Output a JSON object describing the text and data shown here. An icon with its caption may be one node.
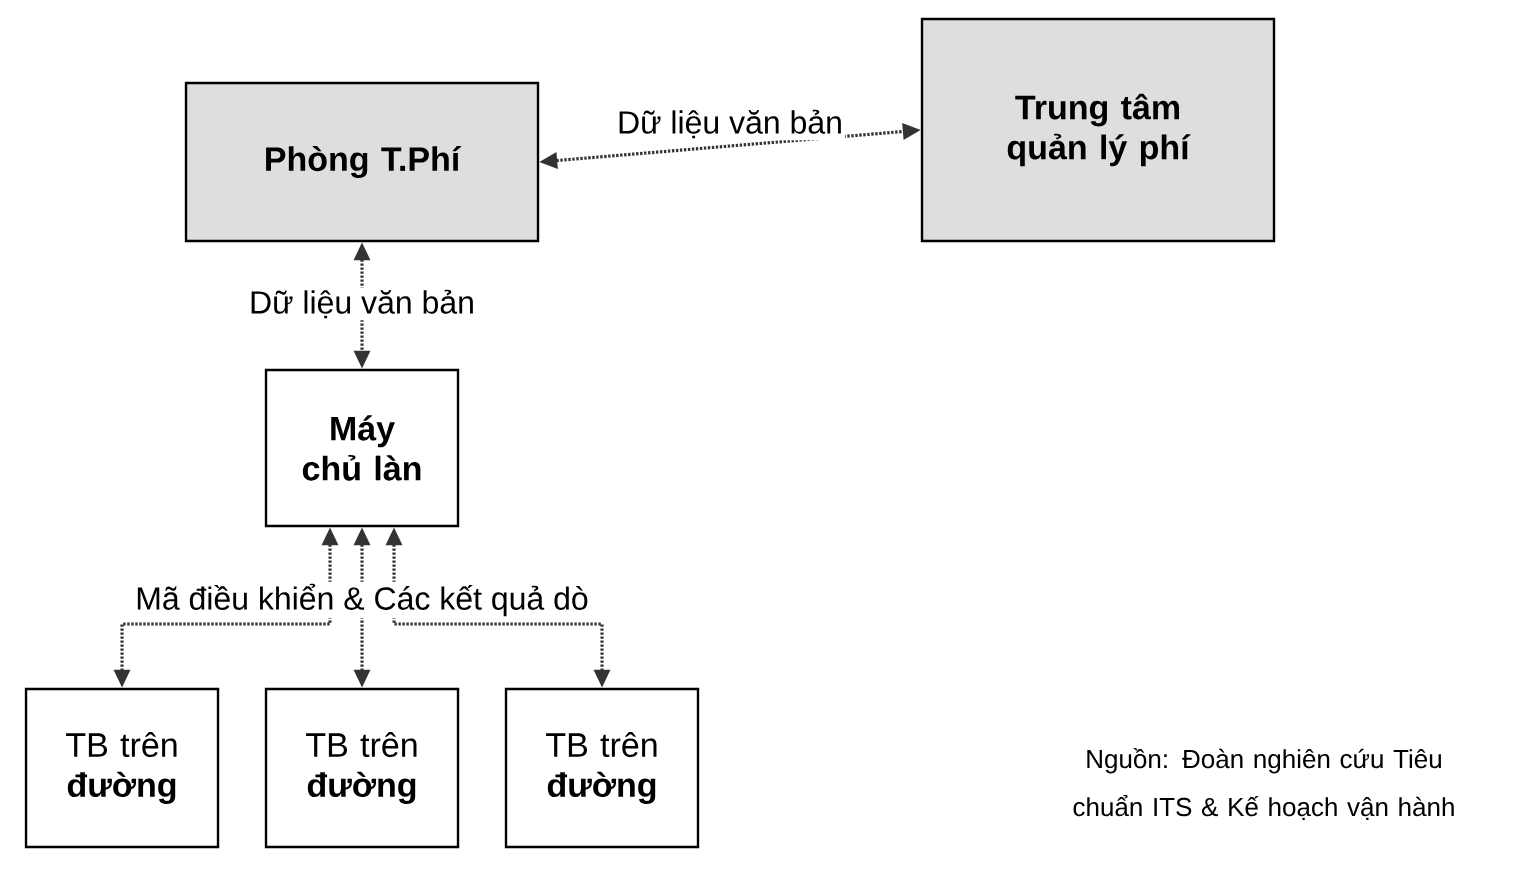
{
  "diagram": {
    "caption": "Nguồn: Đoàn nghiên cứu Tiêu chuẩn ITS & Kế hoạch vận hành",
    "nodes": [
      {
        "text": [
          "Phòng T.Phí"
        ]
      },
      {
        "text": [
          "Trung tâm quản lý phí"
        ]
      },
      {
        "text": [
          "Máy chủ làn"
        ]
      },
      {
        "text": [
          "TB trên **đường**"
        ]
      },
      {
        "text": [
          "TB trên **đường**"
        ]
      },
      {
        "text": [
          "TB trên **đường**"
        ]
      }
    ],
    "edges": [
      {
        "from": 0,
        "to": 1,
        "arrow": "both",
        "label": "Dữ liệu văn bản"
      },
      {
        "from": 0,
        "to": 2,
        "arrow": "both",
        "label": "Dữ liệu văn bản"
      },
      {
        "from": 2,
        "to": 3,
        "arrow": "both"
      },
      {
        "from": 2,
        "to": 4,
        "arrow": "both",
        "label": "Mã điều khiển & Các kết quả dò"
      },
      {
        "from": 2,
        "to": 5,
        "arrow": "both"
      }
    ]
  }
}
